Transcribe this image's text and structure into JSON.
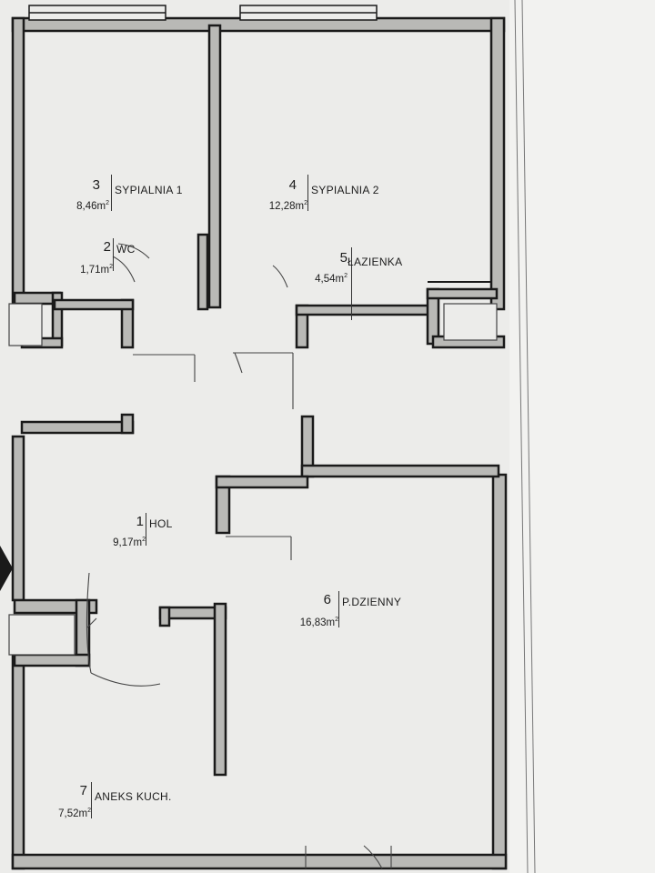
{
  "rooms": [
    {
      "number": "1",
      "name": "HOL",
      "area": "9,17m",
      "area_sup": "2"
    },
    {
      "number": "2",
      "name": "WC",
      "area": "1,71m",
      "area_sup": "2"
    },
    {
      "number": "3",
      "name": "SYPIALNIA 1",
      "area": "8,46m",
      "area_sup": "2"
    },
    {
      "number": "4",
      "name": "SYPIALNIA 2",
      "area": "12,28m",
      "area_sup": "2"
    },
    {
      "number": "5",
      "name": "ŁAZIENKA",
      "area": "4,54m",
      "area_sup": "2"
    },
    {
      "number": "6",
      "name": "P.DZIENNY",
      "area": "16,83m",
      "area_sup": "2"
    },
    {
      "number": "7",
      "name": "ANEKS KUCH.",
      "area": "7,52m",
      "area_sup": "2"
    }
  ],
  "colors": {
    "paper": "#ececea",
    "wall_outline": "#1a1a1a",
    "wall_fill": "#b9b9b6",
    "thin_line": "#555555"
  }
}
